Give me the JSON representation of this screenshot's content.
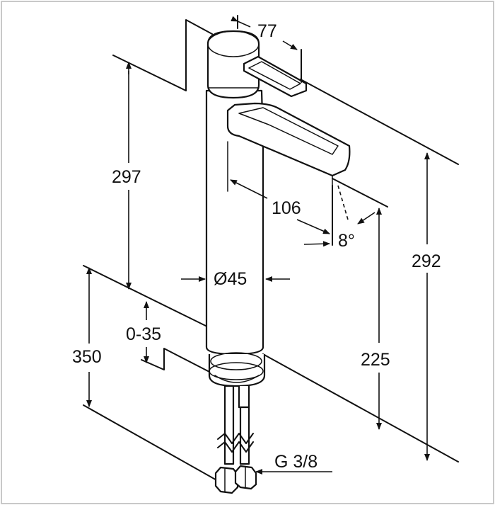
{
  "dimensions": {
    "lever_length": "77",
    "spout_height": "297",
    "spout_reach": "106",
    "spout_angle": "8°",
    "body_diameter": "Ø45",
    "total_height": "292",
    "clearance_height": "225",
    "deck_thickness": "0-35",
    "hose_length": "350",
    "connection_thread": "G 3/8"
  }
}
